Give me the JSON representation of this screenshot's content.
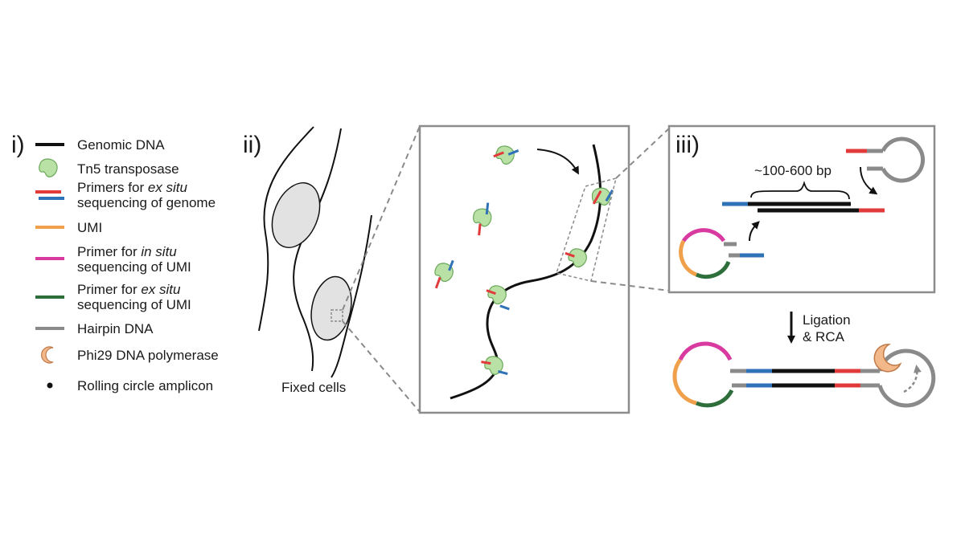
{
  "panels": {
    "i": "i)",
    "ii": "ii)",
    "iii": "iii)"
  },
  "legend": {
    "genomic_dna": "Genomic DNA",
    "tn5": "Tn5 transposase",
    "primers_genome_line1": "Primers for ",
    "primers_genome_em1": "ex situ",
    "primers_genome_line2": "sequencing of genome",
    "umi": "UMI",
    "primer_insitu_line1": "Primer for ",
    "primer_insitu_em": "in situ",
    "primer_insitu_line2": "sequencing of UMI",
    "primer_exsitu_line1": "Primer for ",
    "primer_exsitu_em": "ex situ",
    "primer_exsitu_line2": "sequencing of UMI",
    "hairpin": "Hairpin DNA",
    "phi29": "Phi29 DNA polymerase",
    "rca": "Rolling circle amplicon"
  },
  "labels": {
    "fixed_cells": "Fixed cells",
    "fragment_size": "~100-600 bp",
    "ligation_line1": "Ligation",
    "ligation_line2": "& RCA"
  },
  "colors": {
    "genomic": "#111111",
    "red": "#e03a3a",
    "blue": "#2f72b8",
    "orange": "#f0a04a",
    "magenta": "#d83aa0",
    "green": "#2e6e3a",
    "gray": "#8a8a8a",
    "tn5_fill": "#b9e0a5",
    "tn5_stroke": "#6aa85a",
    "phi29_fill": "#f2b88a",
    "phi29_stroke": "#c07a48",
    "nucleus": "#e2e2e2",
    "box": "#8c8c8c"
  },
  "icons": {
    "tn5": "tn5-transposase-icon",
    "phi29": "phi29-polymerase-icon",
    "rca": "rolling-circle-amplicon-icon"
  }
}
